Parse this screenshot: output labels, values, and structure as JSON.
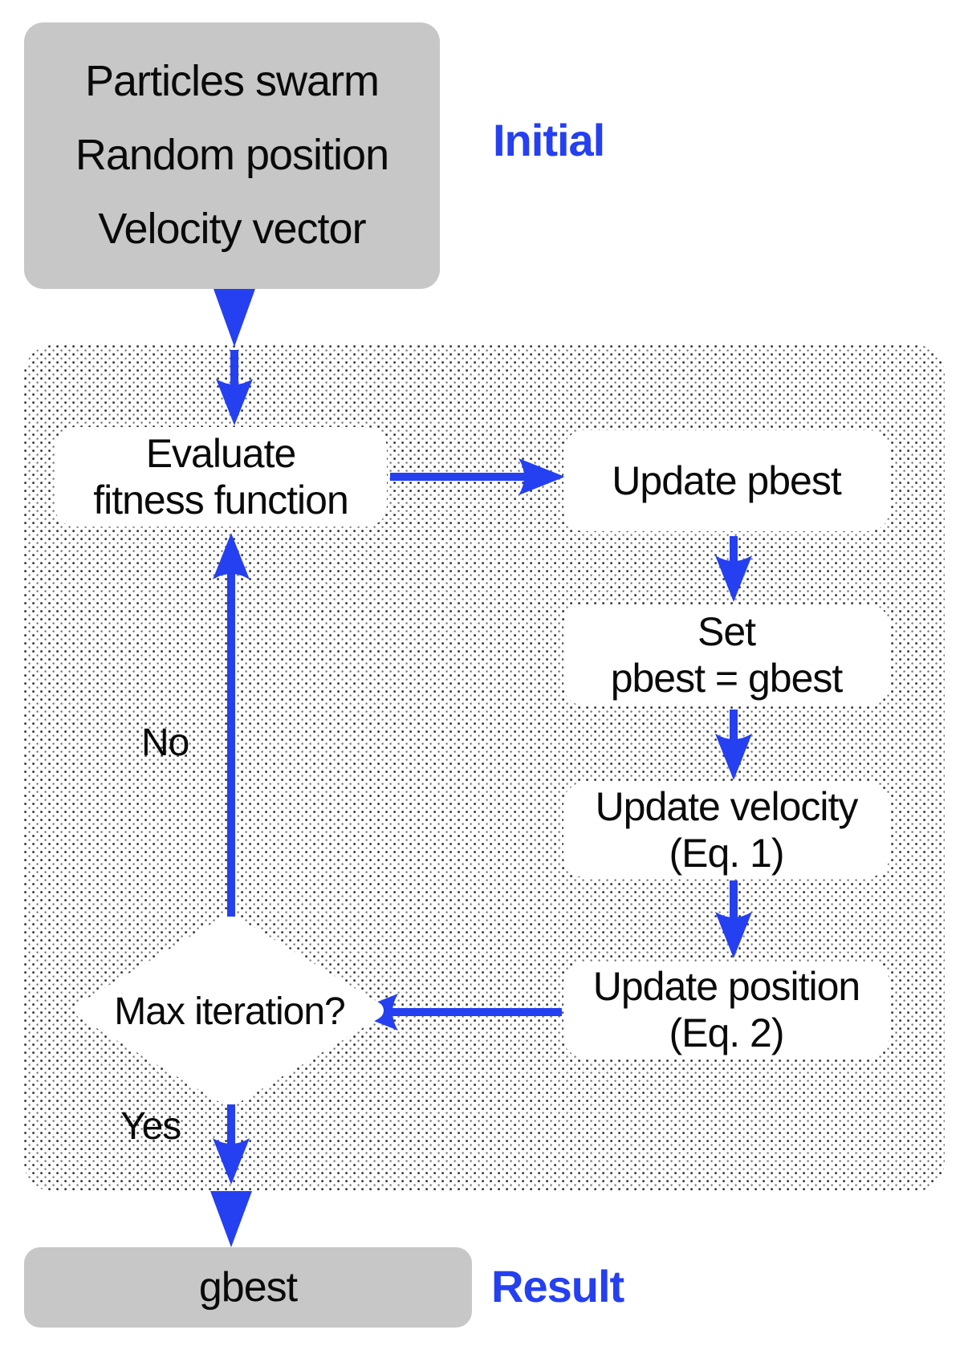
{
  "diagram": {
    "type": "flowchart",
    "topic": "Particle swarm optimization loop",
    "colors": {
      "accent_blue": "#2540f0",
      "terminal_gray": "#c7c7c7",
      "node_white": "#ffffff",
      "text_black": "#0a0a0a",
      "stipple_dot": "#3c3c3c"
    },
    "initial_box": {
      "lines": [
        "Particles swarm",
        "Random position",
        "Velocity vector"
      ]
    },
    "initial_badge": "Initial",
    "loop": {
      "evaluate": {
        "line1": "Evaluate",
        "line2": "fitness function"
      },
      "update_pbest": {
        "line1": "Update pbest"
      },
      "set_gbest": {
        "line1": "Set",
        "line2": "pbest = gbest"
      },
      "update_velocity": {
        "line1": "Update velocity",
        "line2": "(Eq. 1)"
      },
      "update_position": {
        "line1": "Update position",
        "line2": "(Eq. 2)"
      },
      "decision": {
        "label": "Max iteration?"
      },
      "no_label": "No",
      "yes_label": "Yes"
    },
    "result_box": {
      "label": "gbest"
    },
    "result_badge": "Result"
  }
}
